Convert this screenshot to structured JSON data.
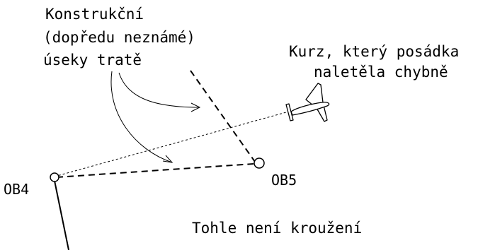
{
  "labels": {
    "construction": [
      "Konstrukční",
      "(dopředu neznámé)",
      "úseky tratě"
    ],
    "course": [
      "Kurz, který posádka",
      "naletěla chybně"
    ],
    "ob4": "OB4",
    "ob5": "OB5",
    "not_circling": "Tohle není kroužení"
  },
  "colors": {
    "ink": "#000000",
    "background": "#ffffff"
  }
}
